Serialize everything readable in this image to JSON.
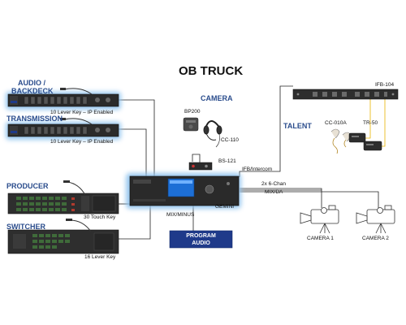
{
  "title": "OB TRUCK",
  "sections": {
    "audio": "AUDIO /",
    "backdeck": "BACKDECK",
    "transmission": "TRANSMISSION",
    "producer": "PRODUCER",
    "switcher": "SWITCHER",
    "camera": "CAMERA",
    "talent": "TALENT"
  },
  "devices": {
    "audio_panel": "10 Lever Key – IP Enabled",
    "transmission_panel": "10 Lever Key – IP Enabled",
    "producer_panel": "30 Touch Key",
    "switcher_panel": "16 Lever Key",
    "bp200": "BP200",
    "cc110": "CC-110",
    "bs121": "BS-121",
    "cc010a": "CC-010A",
    "tr50": "TR-50",
    "ifb104": "IFB-104",
    "gemini": "GEMINI",
    "camera1": "CAMERA 1",
    "camera2": "CAMERA 2"
  },
  "connections": {
    "ifb_intercom": "IFB/Intercom",
    "mix_minus": "MIX/MINUS",
    "mixda_line1": "2x 6-Chan",
    "mixda_line2": "MIX/DA"
  },
  "program_audio": {
    "line1": "PROGRAM",
    "line2": "AUDIO"
  },
  "colors": {
    "section_label": "#2a4c8c",
    "glow": "#8fc3ee",
    "program_box": "#1f3a8a",
    "talent_wire": "#e8b400"
  }
}
